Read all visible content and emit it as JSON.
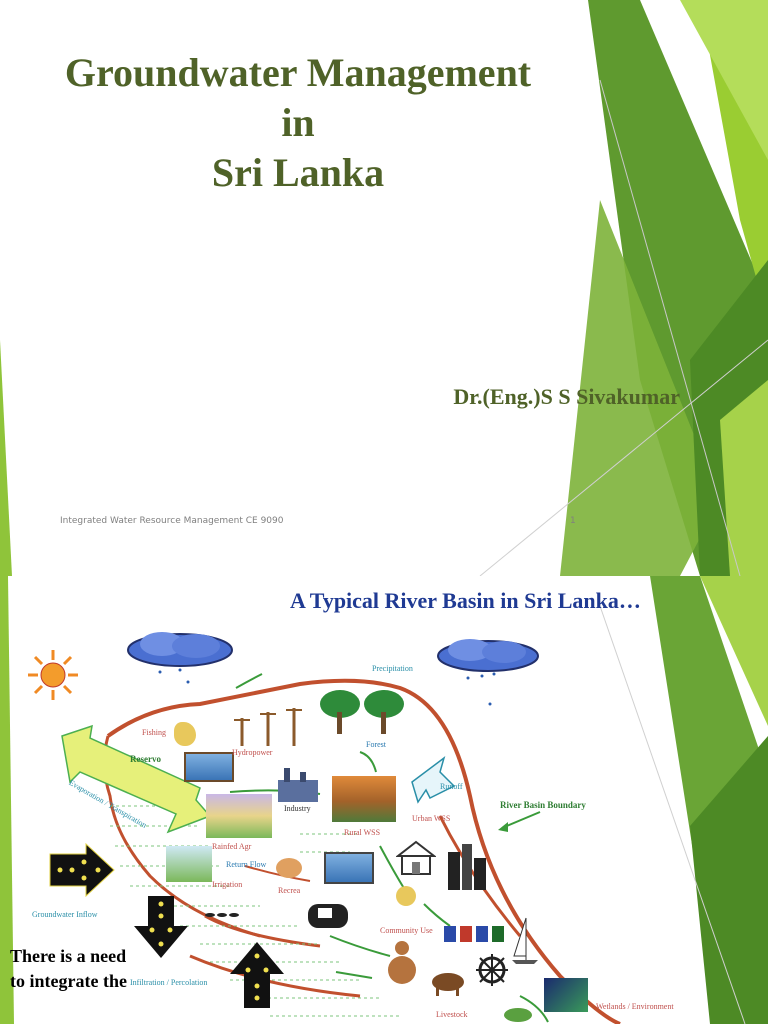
{
  "slide1": {
    "title_lines": [
      "Groundwater Management",
      "in",
      "Sri Lanka"
    ],
    "author": "Dr.(Eng.)S S Sivakumar",
    "footer_text": "Integrated Water Resource Management CE 9090",
    "page_number": "1",
    "colors": {
      "title": "#4f6228",
      "accent_dark": "#5a8f2a",
      "accent_light": "#9acd32"
    }
  },
  "slide2": {
    "title": "A Typical River Basin in Sri Lanka…",
    "labels": {
      "precipitation": "Precipitation",
      "fishing": "Fishing",
      "hydropower": "Hydropower",
      "forest": "Forest",
      "reservoir": "Reservo",
      "evaporation": "Evaporation / Transpiration",
      "runoff": "Runoff",
      "river_basin_boundary": "River Basin Boundary",
      "industry": "Industry",
      "urban_wss": "Urban WSS",
      "rural_wss": "Rural WSS",
      "rainfed_agr": "Rainfed Agr",
      "return_flow": "Return Flow",
      "irrigation": "Irrigation",
      "recreation": "Recrea",
      "groundwater_inflow": "Groundwater Inflow",
      "community_use": "Community Use",
      "infiltration": "Infiltration / Percolation",
      "livestock": "Livestock",
      "wetlands": "Wetlands / Environment"
    },
    "side_text": "There is a need to integrate the"
  },
  "icons": [
    "sun-icon",
    "cloud-icon",
    "rain-icon",
    "arrow-right-icon",
    "arrow-down-icon",
    "arrow-up-icon",
    "house-icon",
    "tree-icon",
    "factory-icon",
    "reservoir-icon",
    "boat-icon",
    "cow-icon",
    "ship-wheel-icon"
  ]
}
